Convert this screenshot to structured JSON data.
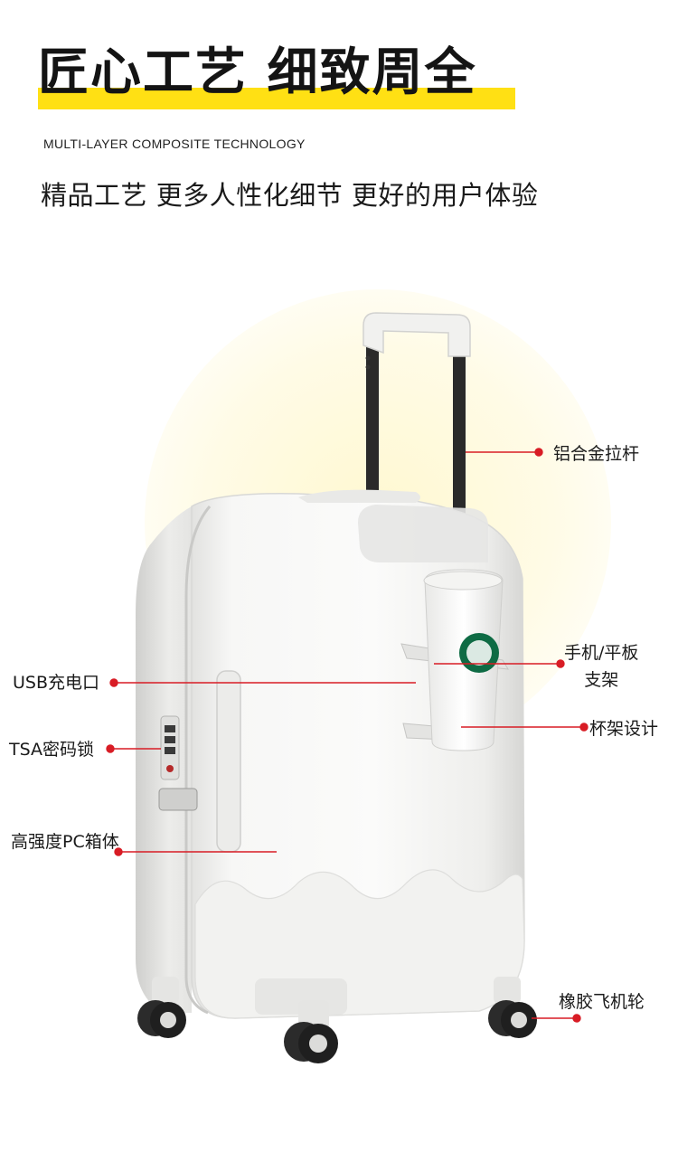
{
  "header": {
    "title": "匠心工艺 细致周全",
    "subtitle_en": "MULTI-LAYER COMPOSITE TECHNOLOGY",
    "subtitle_cn": "精品工艺 更多人性化细节 更好的用户体验"
  },
  "callouts": {
    "handle": "铝合金拉杆",
    "phone_holder_line1": "手机/平板",
    "phone_holder_line2": "支架",
    "cup_holder": "杯架设计",
    "usb": "USB充电口",
    "tsa_lock": "TSA密码锁",
    "shell": "高强度PC箱体",
    "wheels": "橡胶飞机轮"
  },
  "colors": {
    "accent_yellow": "#ffe014",
    "glow_yellow": "#fffbe0",
    "callout_red": "#d81c25",
    "luggage_white": "#f4f4f2"
  }
}
